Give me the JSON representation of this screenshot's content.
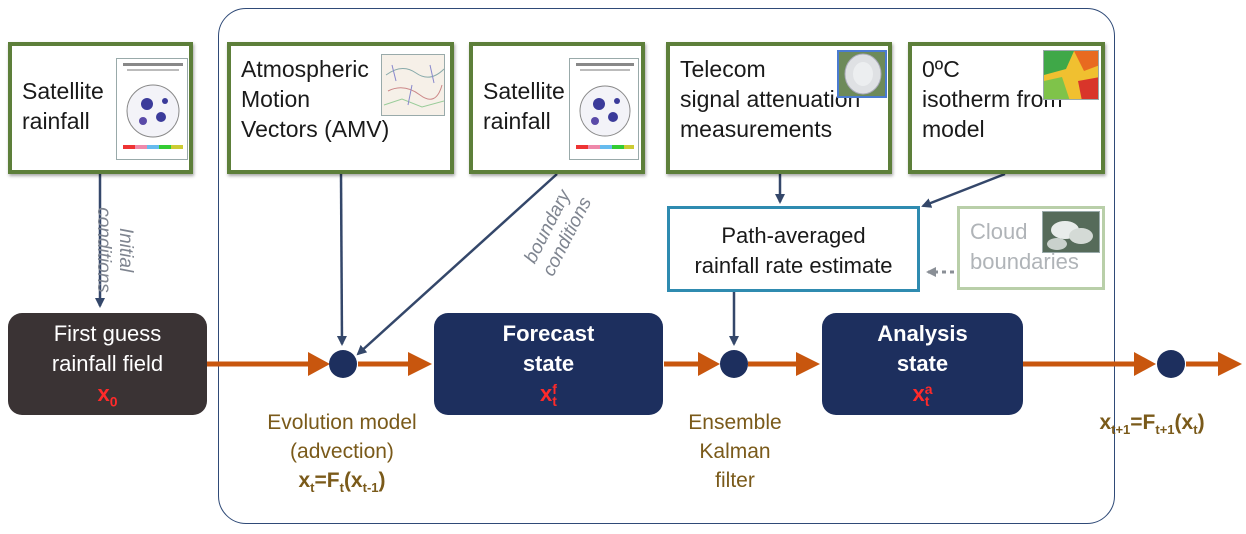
{
  "sources": {
    "satellite_left": [
      "Satellite",
      "rainfall"
    ],
    "amv": [
      "Atmospheric",
      "Motion",
      "Vectors (AMV)"
    ],
    "satellite_mid": [
      "Satellite",
      "rainfall"
    ],
    "telecom": [
      "Telecom",
      "signal attenuation",
      "measurements"
    ],
    "isotherm": [
      "0ºC",
      "isotherm from",
      "model"
    ]
  },
  "annotations": {
    "initial_conditions": [
      "Initial",
      "conditions"
    ],
    "boundary_conditions": [
      "boundary",
      "conditions"
    ]
  },
  "estimate": [
    "Path-averaged",
    "rainfall rate estimate"
  ],
  "cloud": [
    "Cloud",
    "boundaries"
  ],
  "nodes": {
    "first_guess": {
      "lines": [
        "First guess",
        "rainfall field"
      ],
      "symbol": "x",
      "sub": "0"
    },
    "forecast": {
      "lines": [
        "Forecast",
        "state"
      ],
      "symbol": "x",
      "sup": "f",
      "sub": "t"
    },
    "analysis": {
      "lines": [
        "Analysis",
        "state"
      ],
      "symbol": "x",
      "sup": "a",
      "sub": "t"
    }
  },
  "captions": {
    "evolution": [
      "Evolution model",
      "(advection)"
    ],
    "evolution_formula": {
      "x": "x",
      "xsub": "t",
      "eq": "=F",
      "fsub": "t",
      "arg": "(x",
      "argsub": "t-1",
      "close": ")"
    },
    "enkf": [
      "Ensemble",
      "Kalman",
      "filter"
    ],
    "next_formula": {
      "x": "x",
      "xsub": "t+1",
      "eq": "=F",
      "fsub": "t+1",
      "arg": "(x",
      "argsub": "t",
      "close": ")"
    }
  },
  "colors": {
    "navy": "#1d2f5e",
    "dark": "#3a3334",
    "orange": "#c8560e",
    "green": "#5d7f3a",
    "teal": "#2f8bb0",
    "caption": "#7a5a1a"
  }
}
